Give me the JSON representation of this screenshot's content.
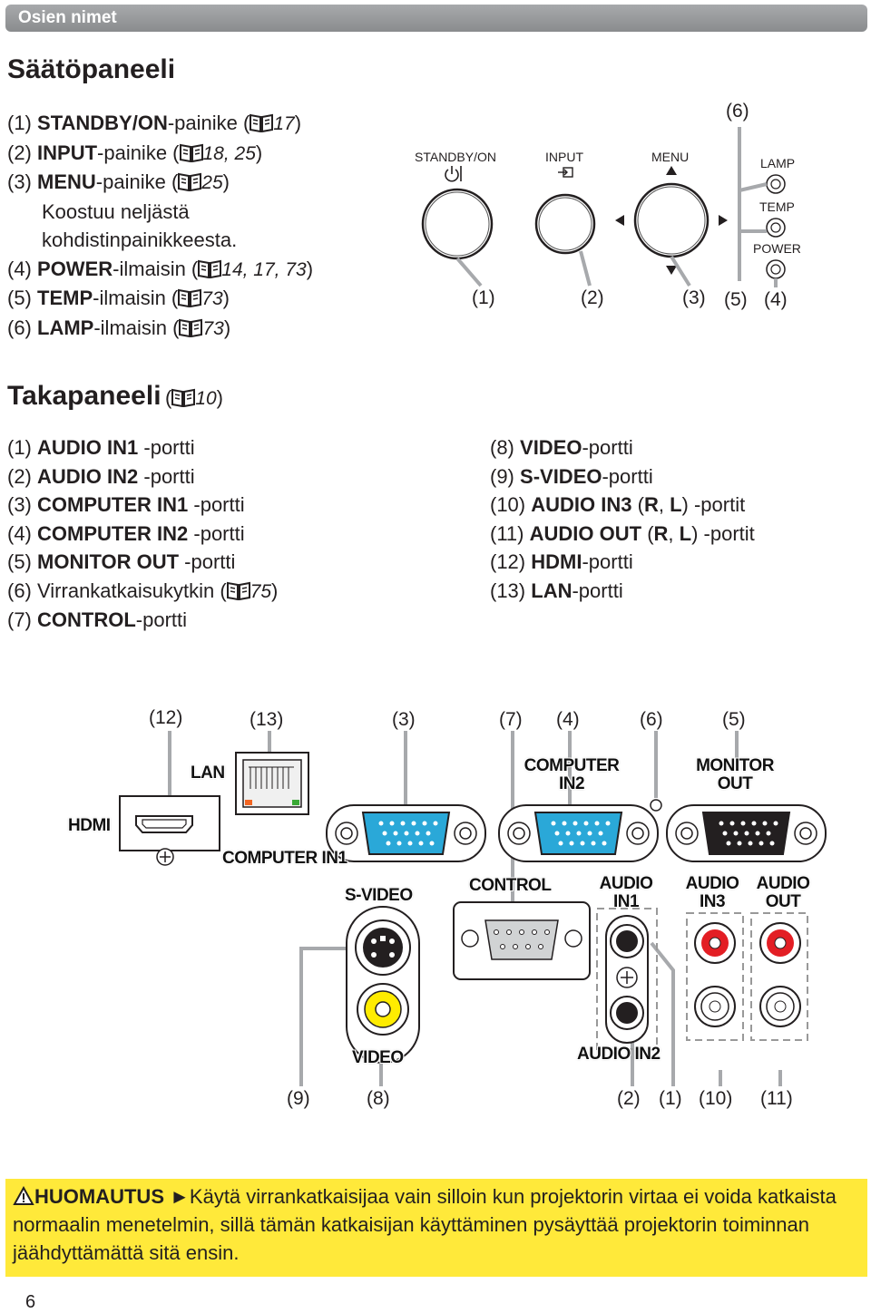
{
  "header": {
    "title": "Osien nimet"
  },
  "control_panel": {
    "title": "Säätöpaneeli",
    "items": [
      {
        "num": "(1)",
        "bold": "STANDBY/ON",
        "rest": "-painike (",
        "ref": "17",
        "close": ")"
      },
      {
        "num": "(2)",
        "bold": "INPUT",
        "rest": "-painike (",
        "ref": "18, 25",
        "close": ")"
      },
      {
        "num": "(3)",
        "bold": "MENU",
        "rest": "-painike (",
        "ref": "25",
        "close": ")"
      },
      {
        "num": "",
        "bold": "",
        "rest": "Koostuu neljästä",
        "ref": "",
        "close": ""
      },
      {
        "num": "",
        "bold": "",
        "rest": "kohdistinpainikkeesta.",
        "ref": "",
        "close": ""
      },
      {
        "num": "(4)",
        "bold": "POWER",
        "rest": "-ilmaisin (",
        "ref": "14, 17, 73",
        "close": ")"
      },
      {
        "num": "(5)",
        "bold": "TEMP",
        "rest": "-ilmaisin (",
        "ref": "73",
        "close": ")"
      },
      {
        "num": "(6)",
        "bold": "LAMP",
        "rest": "-ilmaisin (",
        "ref": "73",
        "close": ")"
      }
    ],
    "diagram": {
      "standby_label": "STANDBY/ON",
      "input_label": "INPUT",
      "menu_label": "MENU",
      "lamp_label": "LAMP",
      "temp_label": "TEMP",
      "power_label": "POWER",
      "callouts": [
        "(1)",
        "(2)",
        "(3)",
        "(5)",
        "(4)",
        "(6)"
      ]
    }
  },
  "rear_panel": {
    "title": "Takapaneeli",
    "title_ref": "10",
    "col1": [
      {
        "num": "(1)",
        "bold": "AUDIO IN1",
        "rest": " -portti",
        "ref": "",
        "close": ""
      },
      {
        "num": "(2)",
        "bold": "AUDIO IN2",
        "rest": " -portti",
        "ref": "",
        "close": ""
      },
      {
        "num": "(3)",
        "bold": "COMPUTER IN1",
        "rest": " -portti",
        "ref": "",
        "close": ""
      },
      {
        "num": "(4)",
        "bold": "COMPUTER IN2",
        "rest": " -portti",
        "ref": "",
        "close": ""
      },
      {
        "num": "(5)",
        "bold": "MONITOR OUT",
        "rest": " -portti",
        "ref": "",
        "close": ""
      },
      {
        "num": "(6)",
        "bold": "",
        "rest": "Virrankatkaisukytkin (",
        "ref": "75",
        "close": ")"
      },
      {
        "num": "(7)",
        "bold": "CONTROL",
        "rest": "-portti",
        "ref": "",
        "close": ""
      }
    ],
    "col2": [
      {
        "num": "(8)",
        "parts": [
          {
            "b": "VIDEO"
          },
          {
            "t": "-portti"
          }
        ]
      },
      {
        "num": "(9)",
        "parts": [
          {
            "b": "S-VIDEO"
          },
          {
            "t": "-portti"
          }
        ]
      },
      {
        "num": "(10)",
        "parts": [
          {
            "b": "AUDIO IN3"
          },
          {
            "t": " ("
          },
          {
            "b": "R"
          },
          {
            "t": ", "
          },
          {
            "b": "L"
          },
          {
            "t": ") -portit"
          }
        ]
      },
      {
        "num": "(11)",
        "parts": [
          {
            "b": "AUDIO OUT"
          },
          {
            "t": " ("
          },
          {
            "b": "R"
          },
          {
            "t": ", "
          },
          {
            "b": "L"
          },
          {
            "t": ") -portit"
          }
        ]
      },
      {
        "num": "(12)",
        "parts": [
          {
            "b": "HDMI"
          },
          {
            "t": "-portti"
          }
        ]
      },
      {
        "num": "(13)",
        "parts": [
          {
            "b": "LAN"
          },
          {
            "t": "-portti"
          }
        ]
      }
    ],
    "diagram": {
      "labels": {
        "lan": "LAN",
        "hdmi": "HDMI",
        "computer_in2": "COMPUTER IN2",
        "monitor_out": "MONITOR OUT",
        "computer_in1": "COMPUTER IN1",
        "s_video": "S-VIDEO",
        "control": "CONTROL",
        "audio_in1": "AUDIO IN1",
        "audio_in3": "AUDIO IN3",
        "audio_out": "AUDIO OUT",
        "video": "VIDEO",
        "audio_in2": "AUDIO IN2"
      },
      "top_callouts": [
        "(12)",
        "(13)",
        "(3)",
        "(7)",
        "(4)",
        "(6)",
        "(5)"
      ],
      "bottom_callouts": [
        "(9)",
        "(8)",
        "(2)",
        "(1)",
        "(10)",
        "(11)"
      ]
    }
  },
  "caution": {
    "label": "HUOMAUTUS",
    "arrow": "►",
    "text": "Käytä virrankatkaisijaa vain silloin kun projektorin virtaa ei voida katkaista normaalin menetelmin, sillä tämän katkaisijan käyttäminen pysäyttää projektorin toiminnan jäähdyttämättä sitä ensin."
  },
  "page_number": "6"
}
